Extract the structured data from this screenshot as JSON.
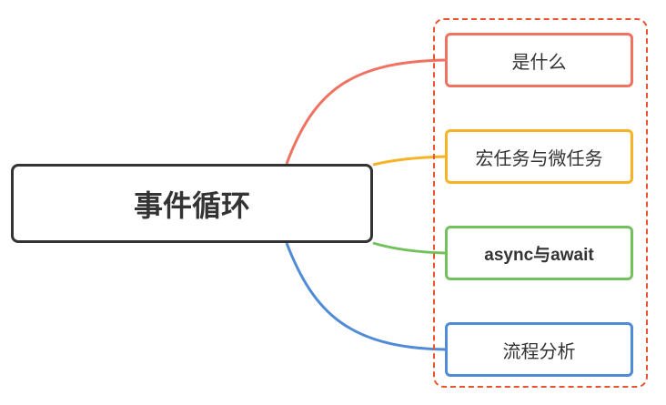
{
  "root": {
    "label": "事件循环",
    "border_color": "#333333"
  },
  "group_border_color": "#e8542d",
  "children": [
    {
      "label": "是什么",
      "color": "#f07261"
    },
    {
      "label": "宏任务与微任务",
      "color": "#f5b325"
    },
    {
      "label": "async与await",
      "color": "#73c15c"
    },
    {
      "label": "流程分析",
      "color": "#4f8bd6"
    }
  ]
}
